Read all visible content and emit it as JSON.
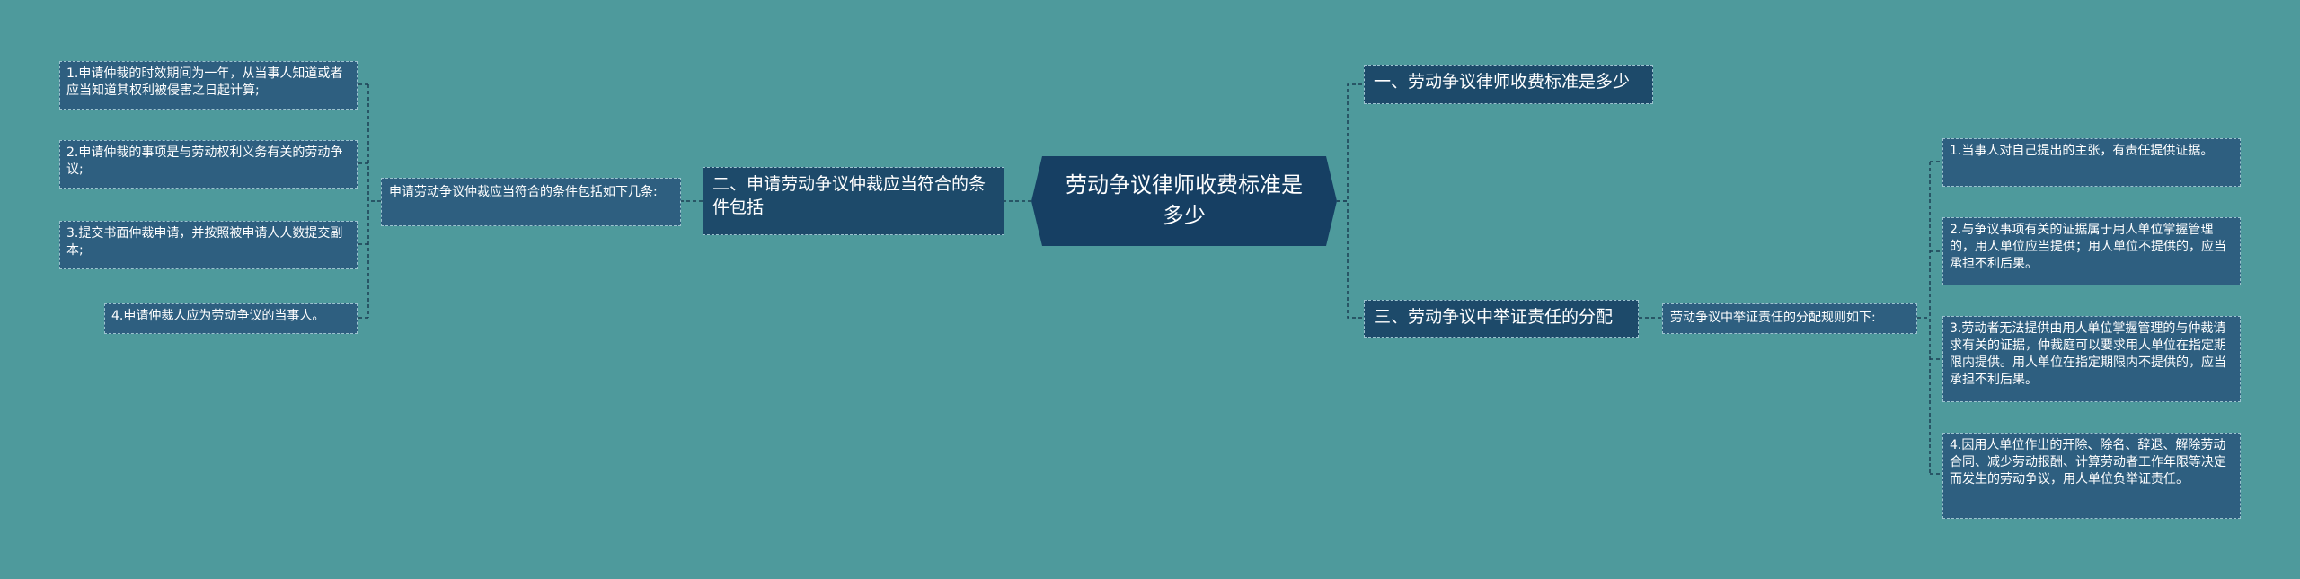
{
  "root": {
    "title": "劳动争议律师收费标准是多少"
  },
  "branches": {
    "b1": "一、劳动争议律师收费标准是多少",
    "b2": "二、申请劳动争议仲裁应当符合的条件包括",
    "b3": "三、劳动争议中举证责任的分配"
  },
  "mids": {
    "m2": "申请劳动争议仲裁应当符合的条件包括如下几条:",
    "m3": "劳动争议中举证责任的分配规则如下:"
  },
  "left_leaves": [
    "1.申请仲裁的时效期间为一年，从当事人知道或者应当知道其权利被侵害之日起计算;",
    "2.申请仲裁的事项是与劳动权利义务有关的劳动争议;",
    "3.提交书面仲裁申请，并按照被申请人人数提交副本;",
    "4.申请仲裁人应为劳动争议的当事人。"
  ],
  "right_leaves": [
    "1.当事人对自己提出的主张，有责任提供证据。",
    "2.与争议事项有关的证据属于用人单位掌握管理的，用人单位应当提供；用人单位不提供的，应当承担不利后果。",
    "3.劳动者无法提供由用人单位掌握管理的与仲裁请求有关的证据，仲裁庭可以要求用人单位在指定期限内提供。用人单位在指定期限内不提供的，应当承担不利后果。",
    "4.因用人单位作出的开除、除名、辞退、解除劳动合同、减少劳动报酬、计算劳动者工作年限等决定而发生的劳动争议，用人单位负举证责任。"
  ],
  "colors": {
    "background": "#4e9a9c",
    "root": "#163f63",
    "branch": "#1d4a6a",
    "leaf": "#2e5f80",
    "line": "#1c3f55"
  }
}
